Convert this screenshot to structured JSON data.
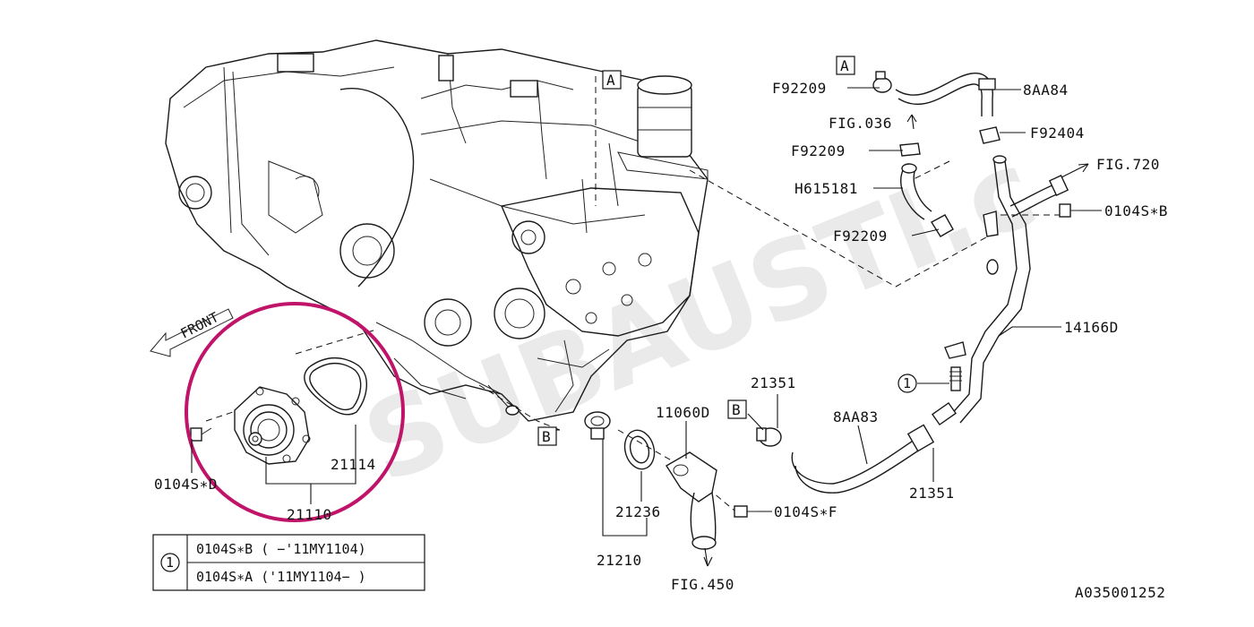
{
  "watermark": "SUBAUSTI.c",
  "front_label": "FRONT",
  "diagram_id": "A035001252",
  "callout_letters": {
    "a": "A",
    "b": "B"
  },
  "labels": {
    "f92209_top": "F92209",
    "aa84": "8AA84",
    "fig036": "FIG.036",
    "f92404": "F92404",
    "f92209_mid": "F92209",
    "fig720": "FIG.720",
    "h615181": "H615181",
    "b_0104s": "0104S∗B",
    "f92209_low": "F92209",
    "p14166d": "14166D",
    "p21351_top": "21351",
    "p11060d": "11060D",
    "aa83": "8AA83",
    "p21351_bot": "21351",
    "p21114": "21114",
    "d_0104s": "0104S∗D",
    "p21110": "21110",
    "p21236": "21236",
    "f_0104s": "0104S∗F",
    "p21210": "21210",
    "fig450": "FIG.450",
    "circle_one": "1"
  },
  "note_table": {
    "index": "1",
    "rows": [
      "0104S∗B ( −'11MY1104)",
      "0104S∗A ('11MY1104− )"
    ]
  },
  "colors": {
    "highlight_ring": "#c0146a",
    "line": "#111111",
    "watermark": "#d9d9d9"
  }
}
